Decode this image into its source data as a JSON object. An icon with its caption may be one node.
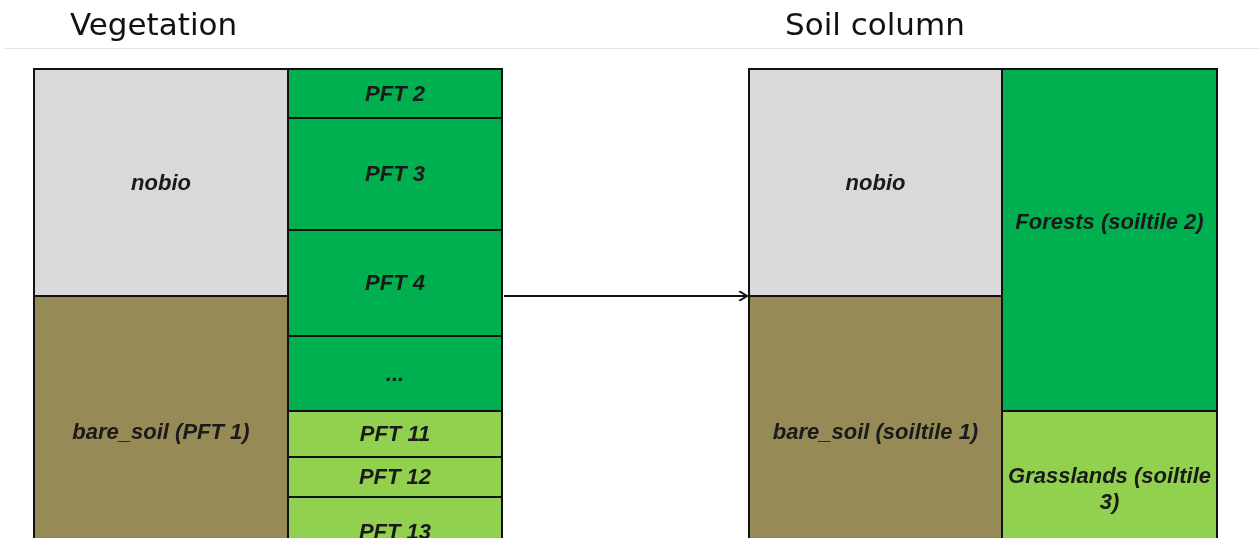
{
  "diagram": {
    "nodes": [
      {
        "text": [
          "Vegetation"
        ]
      },
      {
        "text": [
          "nobio"
        ],
        "in": 0
      },
      {
        "text": [
          "bare_soil (PFT 1)"
        ],
        "in": 0
      },
      {
        "text": [
          "PFT 2"
        ],
        "in": 0
      },
      {
        "text": [
          "PFT 3"
        ],
        "in": 0
      },
      {
        "text": [
          "PFT 4"
        ],
        "in": 0
      },
      {
        "text": [
          "..."
        ],
        "in": 0
      },
      {
        "text": [
          "PFT 11"
        ],
        "in": 0
      },
      {
        "text": [
          "PFT 12"
        ],
        "in": 0
      },
      {
        "text": [
          "PFT 13"
        ],
        "in": 0
      },
      {
        "text": [
          "Soil column"
        ]
      },
      {
        "text": [
          "nobio"
        ],
        "in": 10
      },
      {
        "text": [
          "bare_soil (soiltile 1)"
        ],
        "in": 10
      },
      {
        "text": [
          "Forests (soiltile 2)"
        ],
        "in": 10
      },
      {
        "text": [
          "Grasslands (soiltile 3)"
        ],
        "in": 10
      }
    ],
    "edges": [
      {
        "from": 0,
        "to": 10,
        "arrow": "to"
      }
    ]
  }
}
